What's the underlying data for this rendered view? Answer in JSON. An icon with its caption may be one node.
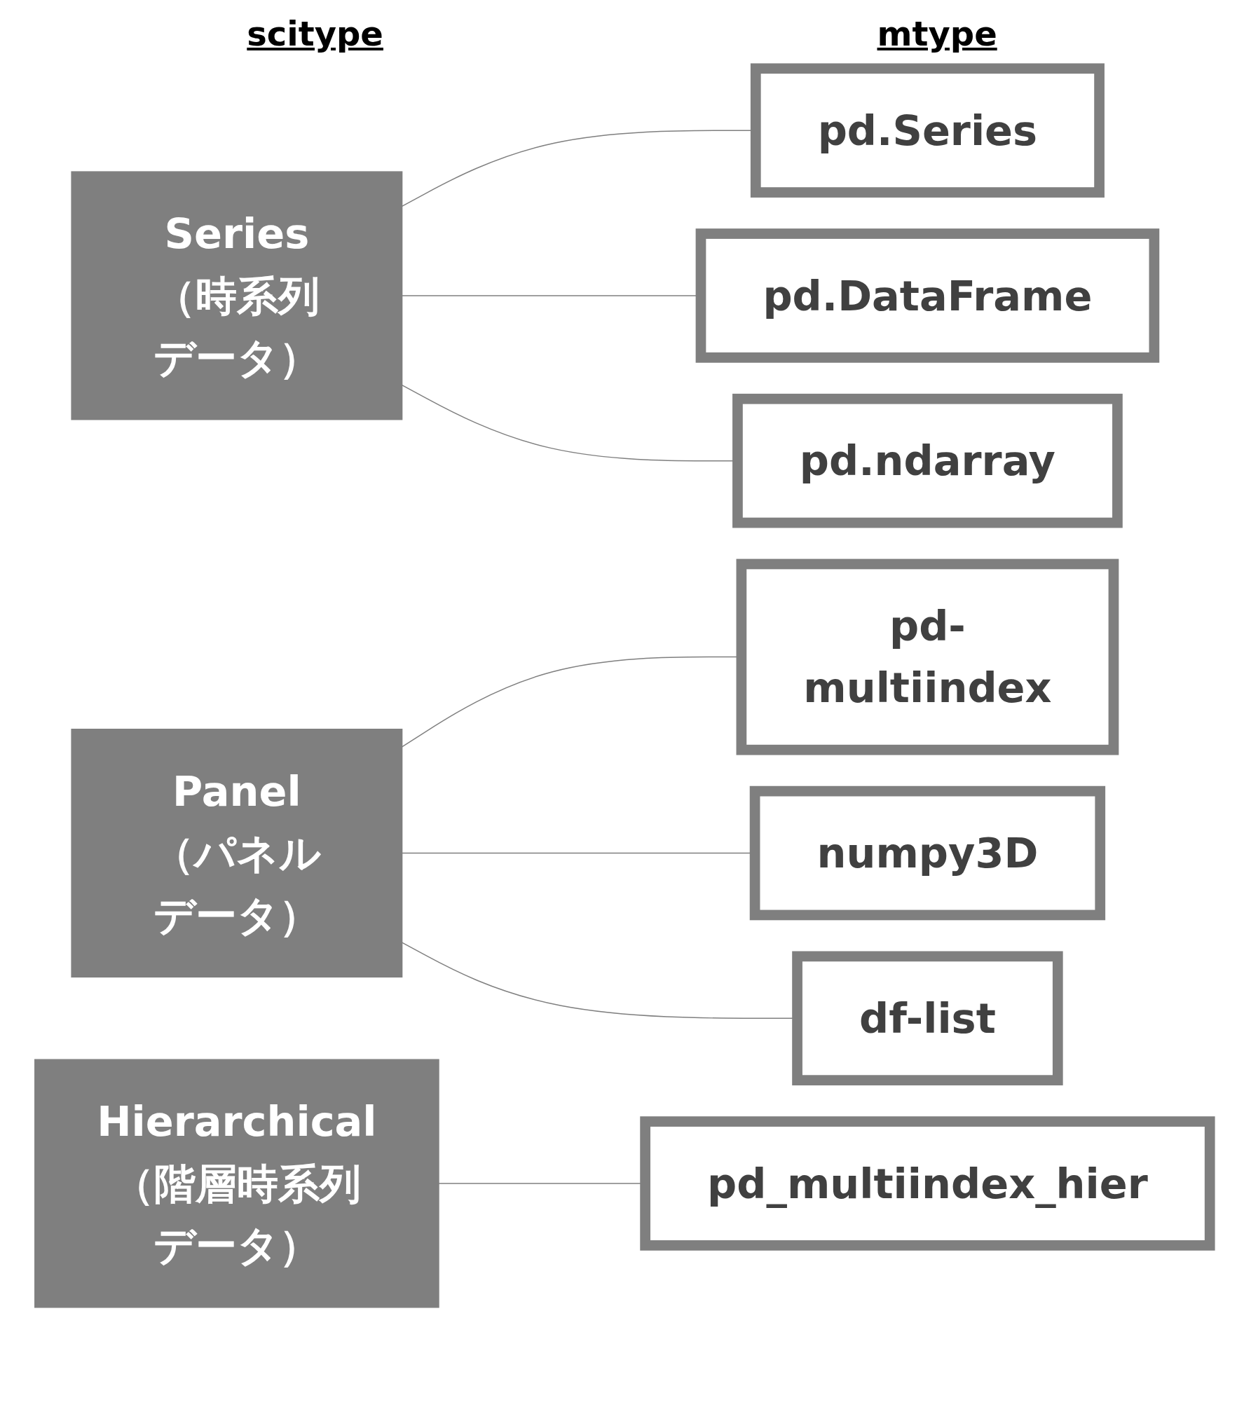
{
  "diagram": {
    "nodes": [
      {
        "text": [
          "Series",
          "（時系列データ）"
        ]
      },
      {
        "text": [
          "pd.Series"
        ]
      },
      {
        "text": [
          "pd.DataFrame"
        ]
      },
      {
        "text": [
          "pd.ndarray"
        ]
      },
      {
        "text": [
          "Panel",
          "（パネルデータ）"
        ]
      },
      {
        "text": [
          "pd-multiindex"
        ]
      },
      {
        "text": [
          "numpy3D"
        ]
      },
      {
        "text": [
          "df-list"
        ]
      },
      {
        "text": [
          "Hierarchical",
          "（階層時系列データ）"
        ]
      },
      {
        "text": [
          "pd_multiindex_hier"
        ]
      }
    ],
    "edges": [
      {
        "from": 0,
        "to": 1,
        "arrow": "none"
      },
      {
        "from": 0,
        "to": 2,
        "arrow": "none"
      },
      {
        "from": 0,
        "to": 3,
        "arrow": "none"
      },
      {
        "from": 4,
        "to": 5,
        "arrow": "none"
      },
      {
        "from": 4,
        "to": 6,
        "arrow": "none"
      },
      {
        "from": 4,
        "to": 7,
        "arrow": "none"
      },
      {
        "from": 8,
        "to": 9,
        "arrow": "none"
      }
    ],
    "labels": [
      "scitype",
      "mtype"
    ]
  }
}
